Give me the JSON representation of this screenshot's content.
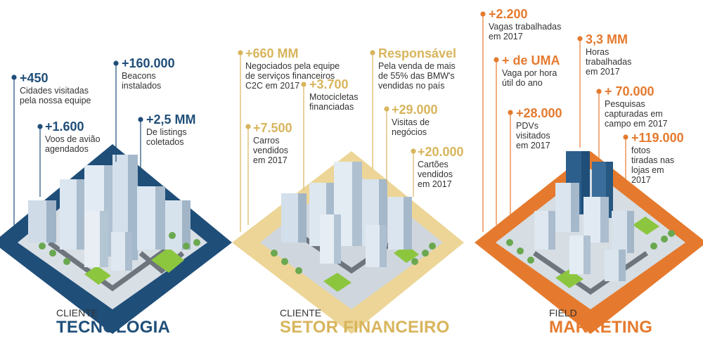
{
  "colors": {
    "tech": "#1f4e79",
    "fin": "#d8b55c",
    "mkt": "#e57a2e"
  },
  "tech": {
    "caption_small": "CLIENTE",
    "caption_big": "TECNOLOGIA",
    "stats": [
      {
        "value": "+450",
        "desc": "Cidades visitadas\npela nossa equipe"
      },
      {
        "value": "+160.000",
        "desc": "Beacons\ninstalados"
      },
      {
        "value": "+1.600",
        "desc": "Voos de avião\nagendados"
      },
      {
        "value": "+2,5 MM",
        "desc": "De listings\ncoletados"
      }
    ]
  },
  "fin": {
    "caption_small": "CLIENTE",
    "caption_big": "SETOR FINANCEIRO",
    "stats": [
      {
        "value": "+660 MM",
        "desc": "Negociados pela equipe\nde serviços financeiros\nC2C em 2017"
      },
      {
        "value": "Responsável",
        "desc": "Pela venda de mais\nde 55% das BMW's\nvendidas no país"
      },
      {
        "value": "+3.700",
        "desc": "Motocicletas\nfinanciadas"
      },
      {
        "value": "+29.000",
        "desc": "Visitas de\nnegócios"
      },
      {
        "value": "+7.500",
        "desc": "Carros\nvendidos\nem 2017"
      },
      {
        "value": "+20.000",
        "desc": "Cartões\nvendidos\nem 2017"
      }
    ]
  },
  "mkt": {
    "caption_small": "FIELD",
    "caption_big": "MARKETING",
    "stats": [
      {
        "value": "+2.200",
        "desc": "Vagas trabalhadas\nem 2017"
      },
      {
        "value": "3,3 MM",
        "desc": "Horas\ntrabalhadas\nem 2017"
      },
      {
        "value": "+ de UMA",
        "desc": "Vaga por hora\nútil do ano"
      },
      {
        "value": "+ 70.000",
        "desc": "Pesquisas\ncapturadas em\ncampo em 2017"
      },
      {
        "value": "+28.000",
        "desc": "PDVs\nvisitados\nem 2017"
      },
      {
        "value": "+119.000",
        "desc": "fotos\ntiradas nas\nlojas em\n2017"
      }
    ]
  }
}
